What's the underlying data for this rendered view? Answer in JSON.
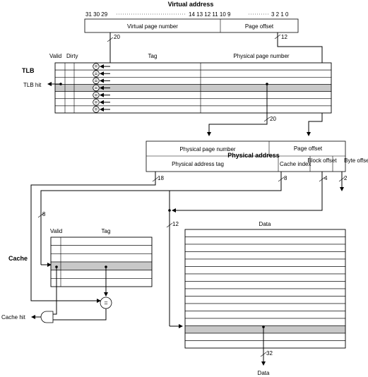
{
  "virtual_address": {
    "title": "Virtual address",
    "bits_left": "31 30 29",
    "bits_mid": "14 13 12 11 10 9",
    "bits_right": "3 2 1 0",
    "vpn_label": "Virtual page number",
    "offset_label": "Page offset",
    "vpn_width": "20",
    "offset_width": "12"
  },
  "tlb": {
    "title": "TLB",
    "hit_label": "TLB hit",
    "col_valid": "Valid",
    "col_dirty": "Dirty",
    "col_tag": "Tag",
    "col_ppn": "Physical page number",
    "comparator_symbol": "=",
    "ppn_width": "20"
  },
  "physical_address": {
    "title": "Physical address",
    "ppn_label": "Physical page number",
    "offset_label": "Page offset",
    "tag_label": "Physical address tag",
    "cache_index_label": "Cache index",
    "block_offset_label": "Block offset",
    "byte_offset_label": "Byte offset",
    "tag_width": "18",
    "index_width": "8",
    "block_offset_width": "4",
    "byte_offset_width": "2"
  },
  "cache": {
    "title": "Cache",
    "hit_label": "Cache hit",
    "col_valid": "Valid",
    "col_tag": "Tag",
    "col_data": "Data",
    "tag_compare_width": "8",
    "index_width": "12",
    "data_width": "32",
    "output_label": "Data",
    "comparator_symbol": "="
  }
}
